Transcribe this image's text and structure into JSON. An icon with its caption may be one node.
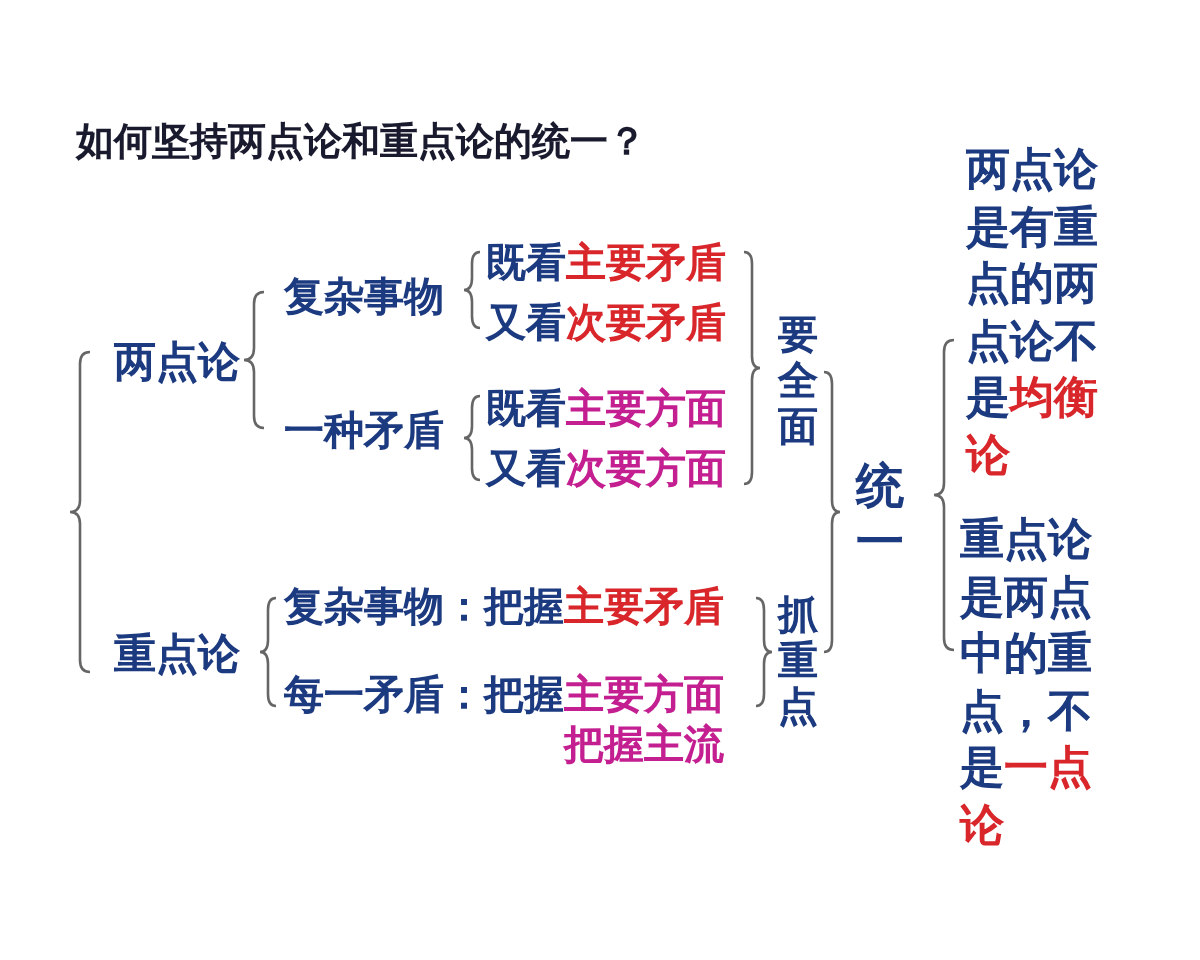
{
  "diagram": {
    "title": "如何坚持两点论和重点论的统一？",
    "labels": [
      "两点论",
      "复杂事物",
      "既看",
      "主要矛盾",
      "又看",
      "次要矛盾",
      "一种矛盾",
      "既看",
      "主要方面",
      "又看",
      "次要方面",
      "要全面",
      "重点论",
      "复杂事物：把握",
      "主要矛盾",
      "每一矛盾：把握",
      "主要方面",
      "把握主流",
      "抓重点",
      "统一",
      "两点论是有重点的两点论不是",
      "均衡论",
      "重点论是两点中的重点，不是",
      "一点论"
    ]
  }
}
